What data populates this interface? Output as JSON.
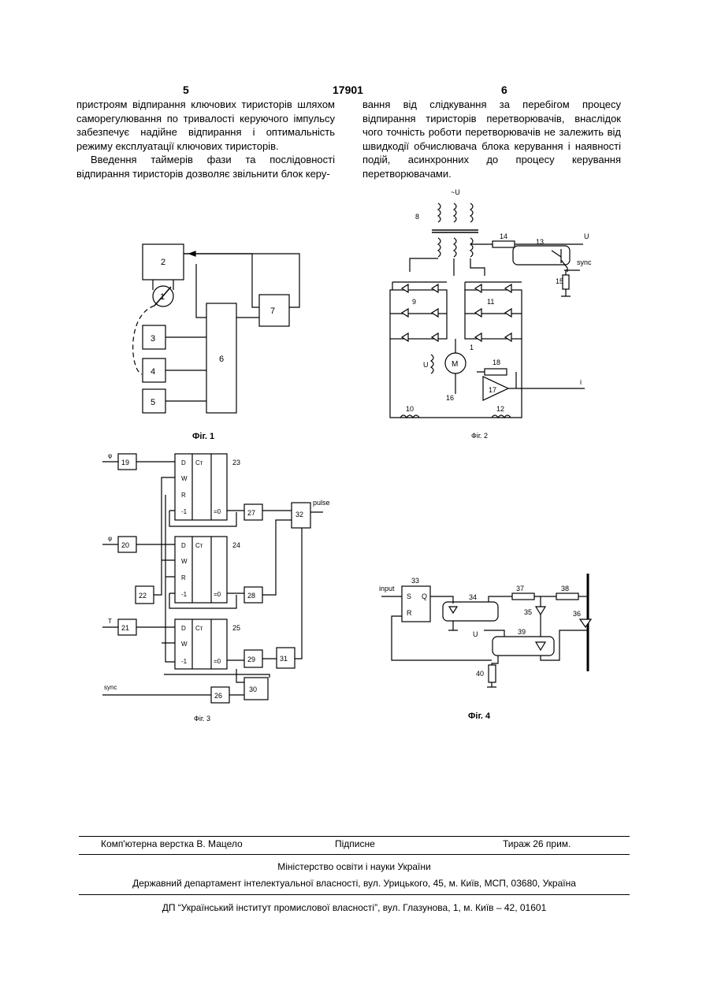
{
  "header": {
    "page_left": "5",
    "patent_no": "17901",
    "page_right": "6"
  },
  "text": {
    "left_p1": "пристроям відпирання ключових тиристорів шляхом саморегулювання по тривалості керуючого імпульсу забезпечує надійне відпирання і оптимальність режиму експлуатації ключових тиристорів.",
    "left_p2": "Введення таймерів фази та послідовності відпирання тиристорів дозволяє звільнити блок керу-",
    "right_p1": "вання від слідкування за перебігом процесу відпирання тиристорів перетворювачів, внаслідок чого точність роботи перетворювачів не залежить від швидкодії обчислювача блока керування і наявності подій, асинхронних до процесу керування перетворювачами."
  },
  "fig1": {
    "caption": "Фіг. 1",
    "blocks": [
      "2",
      "1",
      "3",
      "4",
      "5",
      "6",
      "7"
    ]
  },
  "fig2": {
    "caption": "Фіг. 2",
    "labels": {
      "u": "~U",
      "n8": "8",
      "n14": "14",
      "n13": "13",
      "un": "U",
      "n15": "15",
      "sync": "sync",
      "n9": "9",
      "n11": "11",
      "n1": "1",
      "m": "M",
      "ub": "U",
      "n18": "18",
      "n17": "17",
      "n16": "16",
      "ia": "i",
      "n10": "10",
      "n12": "12"
    }
  },
  "fig3": {
    "caption": "Фіг. 3",
    "inputs": {
      "phi1": "φ",
      "phi2": "φ",
      "tn": "T",
      "sync": "sync"
    },
    "blocks": {
      "b19": "19",
      "b20": "20",
      "b21": "21",
      "b22": "22",
      "b26": "26",
      "b27": "27",
      "b28": "28",
      "b29": "29",
      "b30": "30",
      "b31": "31",
      "b32": "32"
    },
    "counters": {
      "c23": "23",
      "c24": "24",
      "c25": "25"
    },
    "pins": {
      "d": "D",
      "w": "W",
      "r": "R",
      "m1": "-1",
      "ct": "Ст",
      "z": "=0"
    },
    "output": "pulse"
  },
  "fig4": {
    "caption": "Фіг. 4",
    "labels": {
      "input": "input",
      "n33": "33",
      "s": "S",
      "q": "Q",
      "r": "R",
      "n34": "34",
      "n37": "37",
      "n38": "38",
      "n35": "35",
      "n36": "36",
      "n39": "39",
      "un": "U",
      "n40": "40"
    }
  },
  "footer": {
    "line1_left": "Комп'ютерна верстка В. Мацело",
    "line1_mid": "Підписне",
    "line1_right": "Тираж 26 прим.",
    "line2": "Міністерство освіти і науки України",
    "line3": "Державний департамент інтелектуальної власності, вул. Урицького, 45, м. Київ, МСП, 03680, Україна",
    "line4": "ДП “Український інститут промислової власності”, вул. Глазунова, 1, м. Київ – 42, 01601"
  }
}
